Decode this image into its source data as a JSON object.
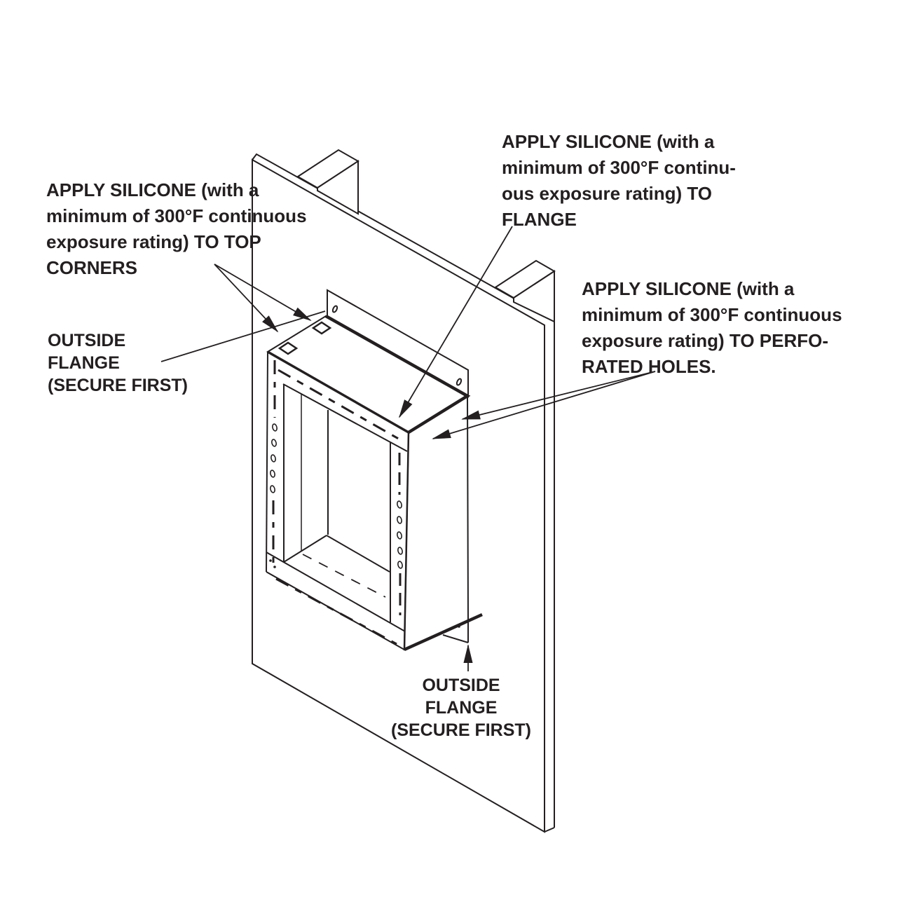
{
  "colors": {
    "background": "#ffffff",
    "line": "#231f20",
    "text": "#231f20"
  },
  "labels": {
    "top_corners": {
      "lines": [
        "APPLY SILICONE (with a",
        "minimum of 300°F continuous",
        "exposure rating) TO TOP",
        "CORNERS"
      ]
    },
    "flange": {
      "lines": [
        "APPLY SILICONE (with a",
        "minimum of 300°F continu-",
        "ous exposure rating) TO",
        "FLANGE"
      ]
    },
    "perforated_holes": {
      "lines": [
        "APPLY SILICONE (with a",
        "minimum of 300°F continuous",
        "exposure rating) TO PERFO-",
        "RATED HOLES."
      ]
    },
    "outside_flange_left": {
      "lines": [
        "OUTSIDE",
        "FLANGE",
        "(SECURE FIRST)"
      ]
    },
    "outside_flange_bottom": {
      "lines": [
        "OUTSIDE",
        "FLANGE",
        "(SECURE FIRST)"
      ]
    }
  }
}
